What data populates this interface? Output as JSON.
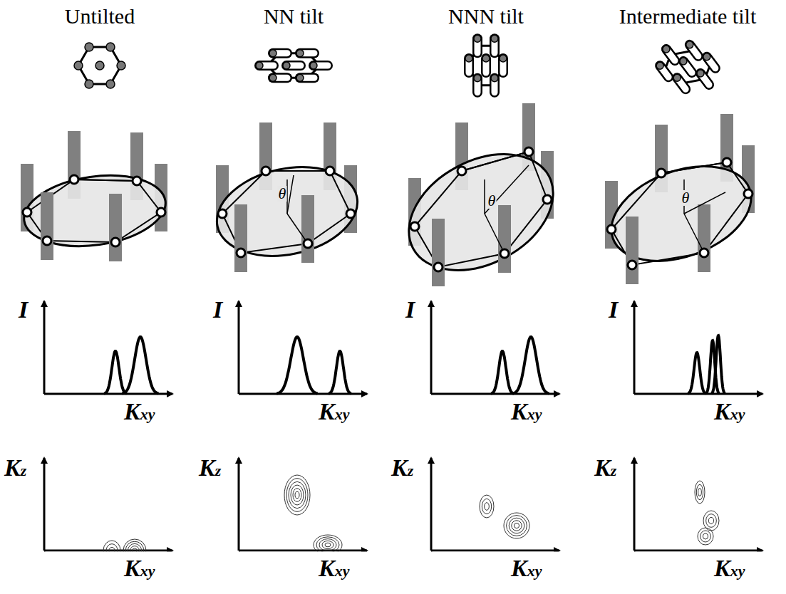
{
  "diagram": {
    "labels": [
      "Untilted",
      "NN tilt",
      "NNN tilt",
      "Intermediate tilt",
      "θ",
      "θ",
      "θ",
      "I",
      "Kxy",
      "I",
      "Kxy",
      "I",
      "Kxy",
      "I",
      "Kxy",
      "Kz",
      "Kxy",
      "Kz",
      "Kxy",
      "Kz",
      "Kxy",
      "Kz",
      "Kxy"
    ]
  }
}
